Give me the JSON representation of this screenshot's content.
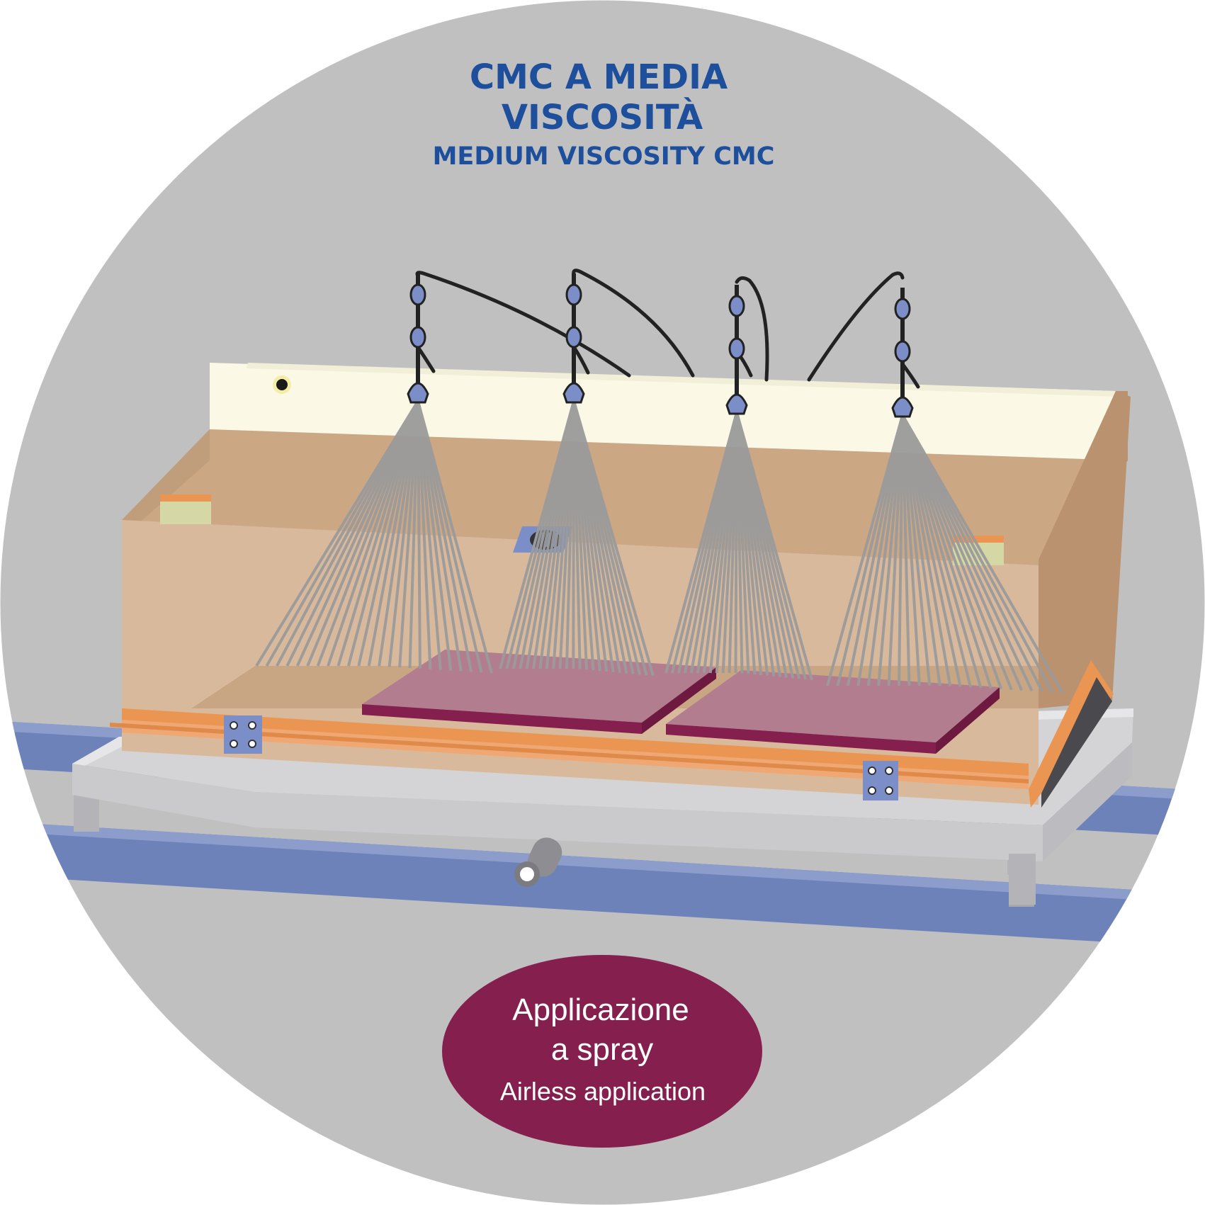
{
  "title": {
    "line1": "CMC A MEDIA",
    "line2": "VISCOSITÀ",
    "line3": "MEDIUM VISCOSITY CMC"
  },
  "caption": {
    "line1": "Applicazione",
    "line2": "a spray",
    "line3": "Airless application"
  },
  "colors": {
    "background": "#c0c0c0",
    "title": "#1d4f9c",
    "caption_fill": "#85204e",
    "booth_front": "#d9b99b",
    "booth_back": "#cba784",
    "booth_roof": "#fbf9e6",
    "booth_side": "#bb9270",
    "conveyor": "#6c82b9",
    "panels": "#b27d8f",
    "spray": "#9b9b9b",
    "nozzle": "#7c8ec7"
  },
  "icons": [
    "spray-nozzle-icon",
    "vent-grille-icon",
    "bolt-plate-icon",
    "pipe-outlet-icon"
  ]
}
